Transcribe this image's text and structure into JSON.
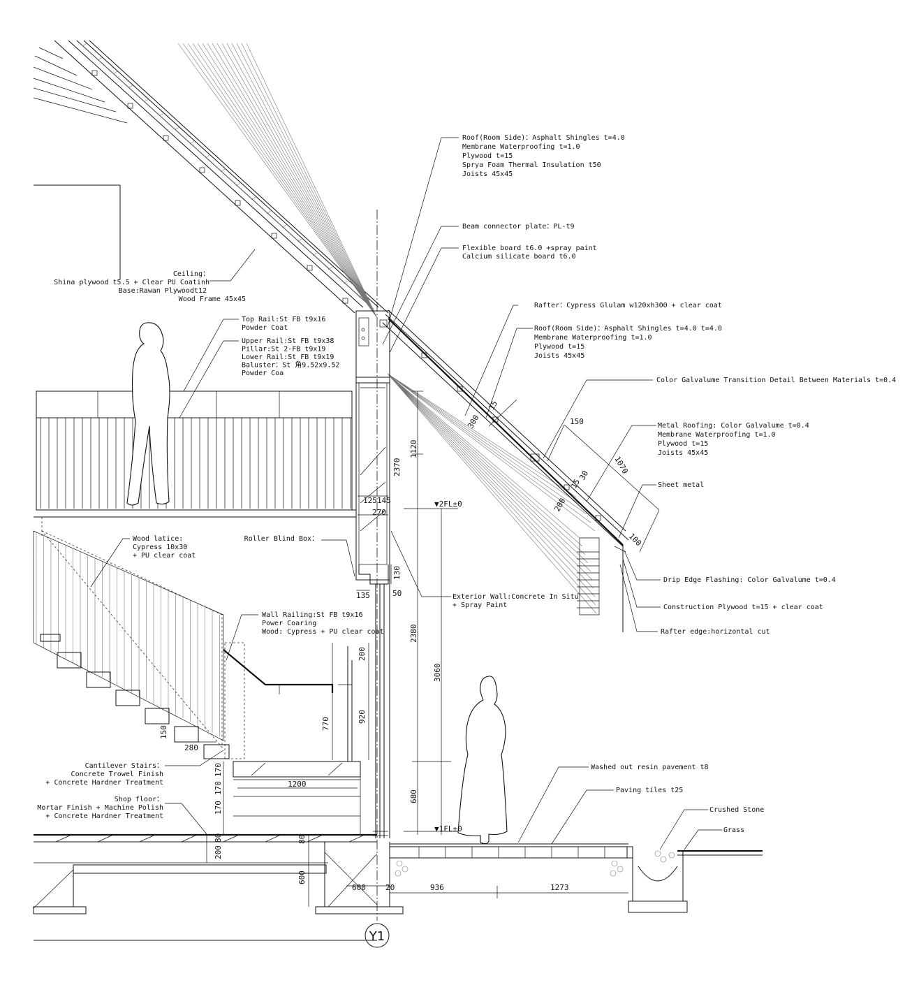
{
  "annotations": {
    "roof_room_side_1": [
      "Roof(Room Side)：Asphalt Shingles t=4.0",
      "Membrane Waterproofing t=1.0",
      "Plywood t=15",
      "Sprya Foam Thermal Insulation t50",
      "Joists 45x45"
    ],
    "beam_connector": [
      "Beam connector plate：PL-t9"
    ],
    "flexible_board": [
      "Flexible board t6.0 +spray paint",
      "Calcium silicate board t6.0"
    ],
    "rafter": [
      "Rafter：Cypress Glulam w120xh300 + clear coat"
    ],
    "roof_room_side_2": [
      "Roof(Room Side)：Asphalt Shingles t=4.0    t=4.0",
      "Membrane Waterproofing t=1.0",
      "Plywood t=15",
      "Joists 45x45"
    ],
    "color_galvalume": [
      "Color Galvalume Transition Detail Between Materials t=0.4"
    ],
    "metal_roofing": [
      "Metal Roofing: Color Galvalume t=0.4",
      "Membrane Waterproofing t=1.0",
      "Plywood t=15",
      "Joists 45x45"
    ],
    "sheet_metal": [
      "Sheet metal"
    ],
    "drip_edge": [
      "Drip Edge Flashing: Color Galvalume t=0.4"
    ],
    "construction_plywood": [
      "Construction Plywood t=15 + clear coat"
    ],
    "rafter_edge": [
      "Rafter edge:horizontal cut"
    ],
    "ceiling": [
      "Ceiling：",
      "Shina plywood t5.5 + Clear PU Coatinh",
      "Base:Rawan Plywoodt12",
      "Wood Frame 45x45"
    ],
    "top_rail": [
      "Top Rail:St FB t9x16",
      "Powder Coat"
    ],
    "upper_rail": [
      "Upper Rail:St FB t9x38",
      "Pillar:St 2-FB t9x19",
      "Lower Rail:St FB t9x19",
      "Baluster：St 角9.52x9.52",
      "Powder Coa"
    ],
    "wood_latice": [
      "Wood latice:",
      "Cypress 10x30",
      "+ PU clear coat"
    ],
    "roller_blind": [
      "Roller Blind Box："
    ],
    "wall_railing": [
      "Wall Railing:St FB t9x16",
      "Power Coaring",
      "Wood: Cypress + PU clear coat"
    ],
    "exterior_wall": [
      "Exterior Wall:Concrete In Situ",
      "+ Spray Paint"
    ],
    "cantilever": [
      "Cantilever Stairs：",
      "Concrete Trowel Finish",
      "+ Concrete Hardner Treatment"
    ],
    "shop_floor": [
      "Shop floor：",
      "Mortar Finish + Machine Polish",
      "+ Concrete Hardner Treatment"
    ],
    "washed_out": [
      "Washed out resin pavement t8"
    ],
    "paving": [
      "Paving tiles t25"
    ],
    "crushed_stone": [
      "Crushed Stone"
    ],
    "grass": [
      "Grass"
    ]
  },
  "dimensions": {
    "d2370": "2370",
    "d1120": "1120",
    "d300": "300",
    "d15a": "15",
    "d150": "150",
    "d1070": "1070",
    "d200a": "200",
    "d15b": "15",
    "d30": "30",
    "d100": "100",
    "d125": "125",
    "d145": "145",
    "d270": "270",
    "d130": "130",
    "d135": "135",
    "d50": "50",
    "d2380": "2380",
    "d3060": "3060",
    "d680": "680",
    "d200b": "200",
    "d770": "770",
    "d920": "920",
    "d150s": "150",
    "d280": "280",
    "d1200": "1200",
    "d170a": "170",
    "d170b": "170",
    "d170c": "170",
    "d80a": "80",
    "d200c": "200",
    "d80b": "80",
    "d600v": "600",
    "d600h": "600",
    "d20": "20",
    "d936": "936",
    "d1273": "1273"
  },
  "levels": {
    "fl2": "▼2FL±0",
    "fl1": "▼1FL±0"
  },
  "grid_axis": "Y1"
}
